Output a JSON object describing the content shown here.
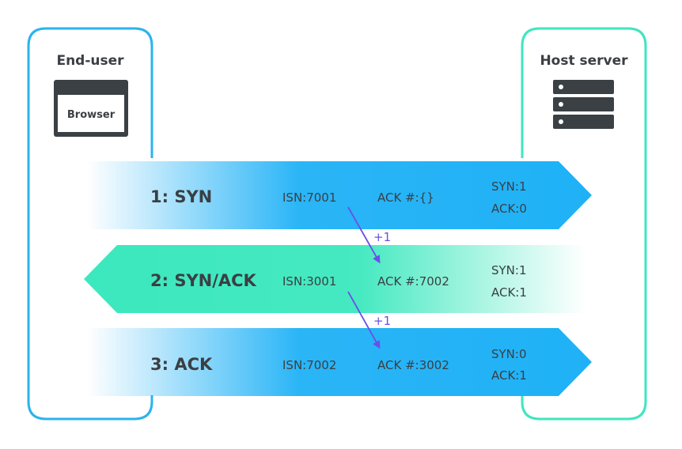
{
  "colors": {
    "client_border": "#2bb3ee",
    "server_border": "#3ee6c0",
    "arrow_blue": "#1fb1f6",
    "arrow_green": "#3ce8be",
    "increment_arrow": "#6b4fe8",
    "text": "#3a3f44",
    "icon_dark": "#3b4045"
  },
  "client": {
    "title": "End-user",
    "icon": "browser-window-icon",
    "browser_label": "Browser"
  },
  "server": {
    "title": "Host server",
    "icon": "server-rack-icon"
  },
  "steps": [
    {
      "label": "1: SYN",
      "isn": "ISN:7001",
      "ack_num": "ACK #:{}",
      "syn_flag": "SYN:1",
      "ack_flag": "ACK:0",
      "direction": "to-server"
    },
    {
      "label": "2: SYN/ACK",
      "isn": "ISN:3001",
      "ack_num": "ACK #:7002",
      "syn_flag": "SYN:1",
      "ack_flag": "ACK:1",
      "direction": "to-client"
    },
    {
      "label": "3: ACK",
      "isn": "ISN:7002",
      "ack_num": "ACK #:3002",
      "syn_flag": "SYN:0",
      "ack_flag": "ACK:1",
      "direction": "to-server"
    }
  ],
  "increments": [
    {
      "label": "+1"
    },
    {
      "label": "+1"
    }
  ]
}
